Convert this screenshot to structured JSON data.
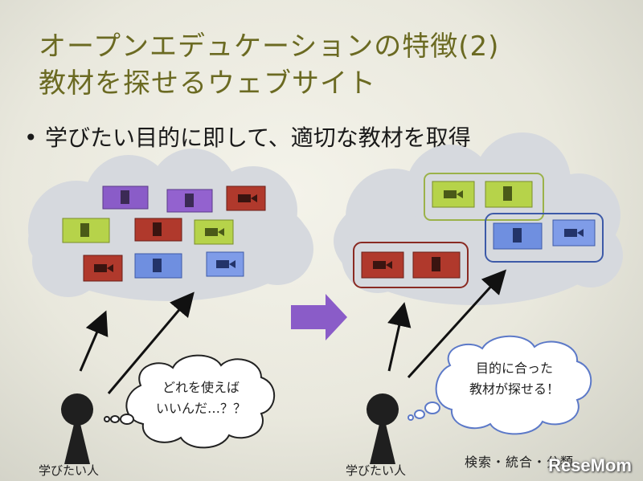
{
  "slide": {
    "title_line1": "オープンエデュケーションの特徴(2)",
    "title_line2": "教材を探せるウェブサイト",
    "bullet": "学びたい目的に即して、適切な教材を取得"
  },
  "left_panel": {
    "thought_line1": "どれを使えば",
    "thought_line2": "いいんだ…？？",
    "person_label": "学びたい人"
  },
  "right_panel": {
    "thought_line1": "目的に合った",
    "thought_line2": "教材が探せる！",
    "person_label": "学びたい人",
    "modes_label": "検索・統合・分類"
  },
  "watermark": "ReseMom",
  "colors": {
    "title": "#6b6a22",
    "purple": "#8a5cc8",
    "red": "#b0392c",
    "green": "#b6d34a",
    "blue": "#6f8fe0",
    "cloud": "#d8dbe0"
  }
}
